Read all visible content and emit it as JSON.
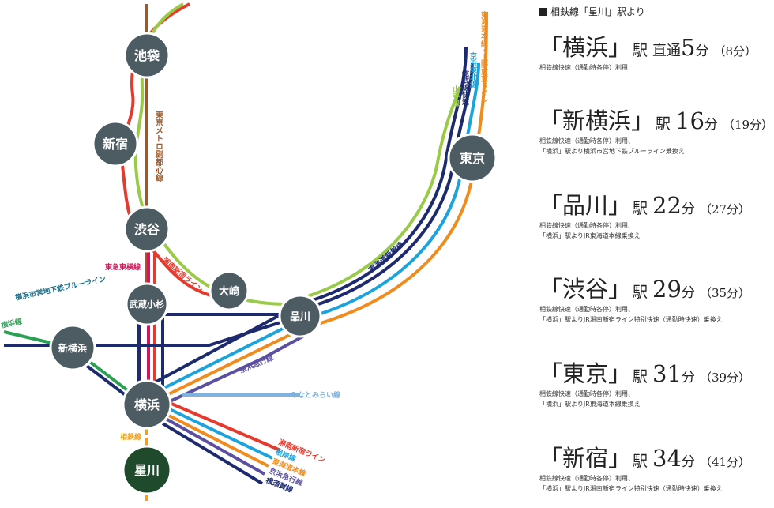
{
  "header": {
    "title": "相鉄線「星川」駅より"
  },
  "destinations": [
    {
      "name": "「横浜」",
      "eki": "駅",
      "direct": "直通",
      "minutes": "5",
      "fun": "分",
      "alt": "（8分）",
      "note1": "相鉄線快速（通勤時各停）利用",
      "note2": ""
    },
    {
      "name": "「新横浜」",
      "eki": "駅",
      "direct": "",
      "minutes": "16",
      "fun": "分",
      "alt": "（19分）",
      "note1": "相鉄線快速（通勤時各停）利用、",
      "note2": "「横浜」駅より横浜市営地下鉄ブルーライン乗換え"
    },
    {
      "name": "「品川」",
      "eki": "駅",
      "direct": "",
      "minutes": "22",
      "fun": "分",
      "alt": "（27分）",
      "note1": "相鉄線快速（通勤時各停）利用、",
      "note2": "「横浜」駅よりJR東海道本線乗換え"
    },
    {
      "name": "「渋谷」",
      "eki": "駅",
      "direct": "",
      "minutes": "29",
      "fun": "分",
      "alt": "（35分）",
      "note1": "相鉄線快速（通勤時各停）利用、",
      "note2": "「横浜」駅よりJR湘南新宿ライン特別快速（通勤時快速）乗換え"
    },
    {
      "name": "「東京」",
      "eki": "駅",
      "direct": "",
      "minutes": "31",
      "fun": "分",
      "alt": "（39分）",
      "note1": "相鉄線快速（通勤時各停）利用、",
      "note2": "「横浜」駅よりJR東海道本線乗換え"
    },
    {
      "name": "「新宿」",
      "eki": "駅",
      "direct": "",
      "minutes": "34",
      "fun": "分",
      "alt": "（41分）",
      "note1": "相鉄線快速（通勤時各停）利用、",
      "note2": "「横浜」駅よりJR湘南新宿ライン特別快速（通勤時快速）乗換え"
    }
  ],
  "stations": {
    "ikebukuro": "池袋",
    "shinjuku": "新宿",
    "shibuya": "渋谷",
    "osaki": "大崎",
    "musashikosugi": "武蔵小杉",
    "shinagawa": "品川",
    "shinyokohama": "新横浜",
    "yokohama": "横浜",
    "hoshikawa": "星川",
    "tokyo": "東京"
  },
  "line_labels": {
    "fukutoshin": "東京メトロ副都心線",
    "toyoko": "東急東横線",
    "shonan_shinjuku_top": "湘南新宿ライン",
    "tokaido_shinkansen": "東海道新幹線",
    "keikyu_main": "京浜急行線",
    "minatomirai": "みなとみらい線",
    "sotetsu": "相鉄線",
    "blueline": "横浜市営地下鉄ブルーライン",
    "yokohama_line": "横浜線",
    "tokaido_ueno": "東海道本線・上野東京ライン",
    "keihin_tohoku": "京浜東北線",
    "sobu_rapid": "総武線快速",
    "yamanote": "山手線",
    "shonan_shinjuku_bottom": "湘南新宿ライン",
    "negishi": "根岸線",
    "tokaido_bottom": "東海道本線",
    "keikyu_bottom": "京浜急行線",
    "yokosuka": "横須賀線"
  },
  "colors": {
    "station_fill": "#4d5b63",
    "station_hoshikawa": "#1f4a2b",
    "fukutoshin": "#9b5a2c",
    "shonan_shinjuku": "#e53a2e",
    "yamanote": "#9acb48",
    "toyoko": "#d9135a",
    "keihin_tohoku": "#1ba3dd",
    "tokaido": "#f08c1e",
    "yokosuka": "#1d2a6e",
    "keikyu": "#5a4fa0",
    "shinkansen": "#1d2a6e",
    "blueline": "#1d2a6e",
    "minatomirai": "#7fb2dc",
    "sotetsu": "#f2a01e",
    "yokohama_line": "#2aa055",
    "blueline_label": "#1a6e8a"
  }
}
